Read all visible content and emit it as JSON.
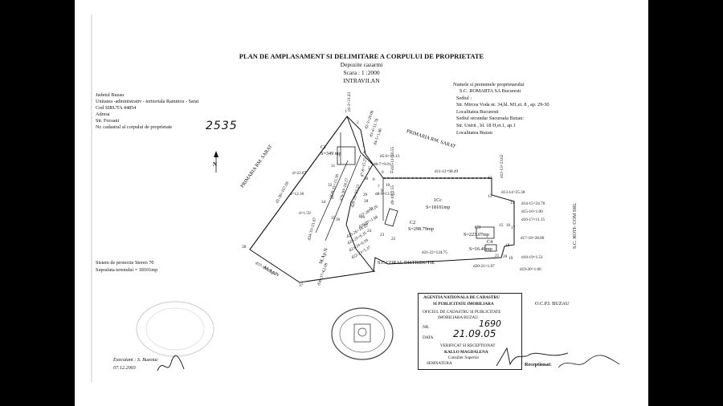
{
  "header": {
    "title": "PLAN DE AMPLASAMENT SI DELIMITARE A CORPULUI DE PROPRIETATE",
    "subtitle": "Depozite cazarmi",
    "scale": "Scara : 1 :2000",
    "zone": "INTRAVILAN"
  },
  "left_info": {
    "county": "Judetul Buzau",
    "unit": "Unitatea -administrativ - teritoriala Ramnicu - Sarat",
    "siruta": "Cod SIRUTA 44854",
    "address": "Adresa",
    "street": "Str. Focsani",
    "cadastral_label": "Nr. cadastral al corpului de proprietate",
    "cadastral_handwritten": "2535"
  },
  "owner": {
    "label": "Numele si prenumele proprietarului",
    "name": "S.C. ROMARTA SA Bucuresti",
    "seat_label": "Sediul :",
    "seat_address": "Str. Mircea Voda nr. 34,bl. M1,et. 8 , ap. 29-30",
    "seat_city": "Localitatea Bucuresti",
    "branch_label": "Sediul secundar Sucursala Buzau:",
    "branch_address": "Str. Unirii , bl. 18 H,et.1, ap.1",
    "branch_city": "Localitatea Buzau"
  },
  "projection": {
    "system": "Sistem de proiectie Stereo 70",
    "area": "Suprafata terenului = 18101mp"
  },
  "executant": {
    "label": "Executant : S. Buzoiuc",
    "date": "07.12.2003"
  },
  "agency": {
    "line1": "AGENTIA NATIONALA DE CADASTRU",
    "line2": "SI PUBLICITATE IMOBILIARA",
    "line3": "OFICIUL DE CADASTRU SI PUBLICITATE",
    "line4": "IMOBILIARA BUZAU",
    "nr_label": "NR.",
    "nr_value": "1690",
    "date_label": "DATA",
    "date_value": "21.09.05",
    "verified": "VERIFICAT SI RECEPTIONAT",
    "person": "KALLO MAGDALENA",
    "role": "Consilier Superior",
    "signature_label": "SEMNATURA",
    "office": "O.C.P.I. BUZAU",
    "receptionat": "Receptionat:"
  },
  "plan": {
    "north": "N",
    "neighbors": {
      "primaria_left": "PRIMARIA RM. SARAT",
      "primaria_right": "PRIMARIA RM. SARAT",
      "coral": "S.C.CORAL DISTRIBUTIE",
      "roti_com": "S.C. ROTI- COM SRL",
      "mapn_left": "M.Ap.N",
      "mapn_right": "M.Ap.N"
    },
    "areas": {
      "c1_name": "C1",
      "c1_area": "S=349 mp",
      "icc_name": "1Cc",
      "icc_area": "S=18101mp",
      "c2_name": "C2",
      "c2_area": "S=298.79mp",
      "c3_name": "C3",
      "c3_area": "S=223.07mp",
      "c4_name": "C4",
      "c4_area": "S=16.40mp"
    },
    "distances": {
      "d1_2": "d1-2=21.43",
      "d2_3": "d2-3=20.06",
      "d3_4": "d3-4=11.78",
      "d4_5": "d4-5=1.86",
      "d5_6": "d5-6=13.13",
      "d6_7": "d6-7=9.01",
      "d7_8": "d7-8=15.27",
      "d8_9": "d8-9=13.53",
      "d9_10": "d9-10=2.55",
      "d10_11": "d10-11=16.55",
      "d11_12": "d11-12=98.49",
      "d12_13": "d12-13=23.62",
      "d13_14": "d13-14=25.38",
      "d14_15": "d14-15=24.70",
      "d15_16": "d15-16=1.00",
      "d16_17": "d16-17=11.15",
      "d17_18": "d17-18=28.00",
      "d18_19": "d18-19=1.51",
      "d19_20": "d19-20=1.06",
      "d20_21": "d20-21=1.67",
      "d21_22": "d21-22=124.75",
      "d22_23": "d22-23=5.37",
      "d23_24": "d23-24=6.59",
      "d24_25": "d24-25=6.35",
      "d25_26": "d25-26=10.16",
      "d26_27": "d26-27=1.68",
      "d27_28": "d27-28=8.20",
      "d28_29": "d28-29=23.23",
      "d29_30": "d29-30=18.27",
      "d30_31": "d30-31=11.38",
      "d_22_87": "d=22.87",
      "d_12_36": "d=12.36",
      "d_1_59": "d=1.59",
      "d34_35": "d34-35=21.87",
      "d36_37": "d36-37=62.09",
      "d37_38": "d37-38=61.56",
      "d38_1": "d1-38=167.69"
    },
    "points": [
      "1",
      "2",
      "3",
      "4",
      "5",
      "6",
      "7",
      "8",
      "9",
      "10",
      "11",
      "12",
      "13",
      "14",
      "15",
      "16",
      "17",
      "18",
      "19",
      "20",
      "21",
      "22",
      "23",
      "24",
      "25",
      "26",
      "27",
      "28",
      "29",
      "30",
      "31",
      "32",
      "33",
      "34",
      "35",
      "36",
      "37",
      "38"
    ]
  }
}
